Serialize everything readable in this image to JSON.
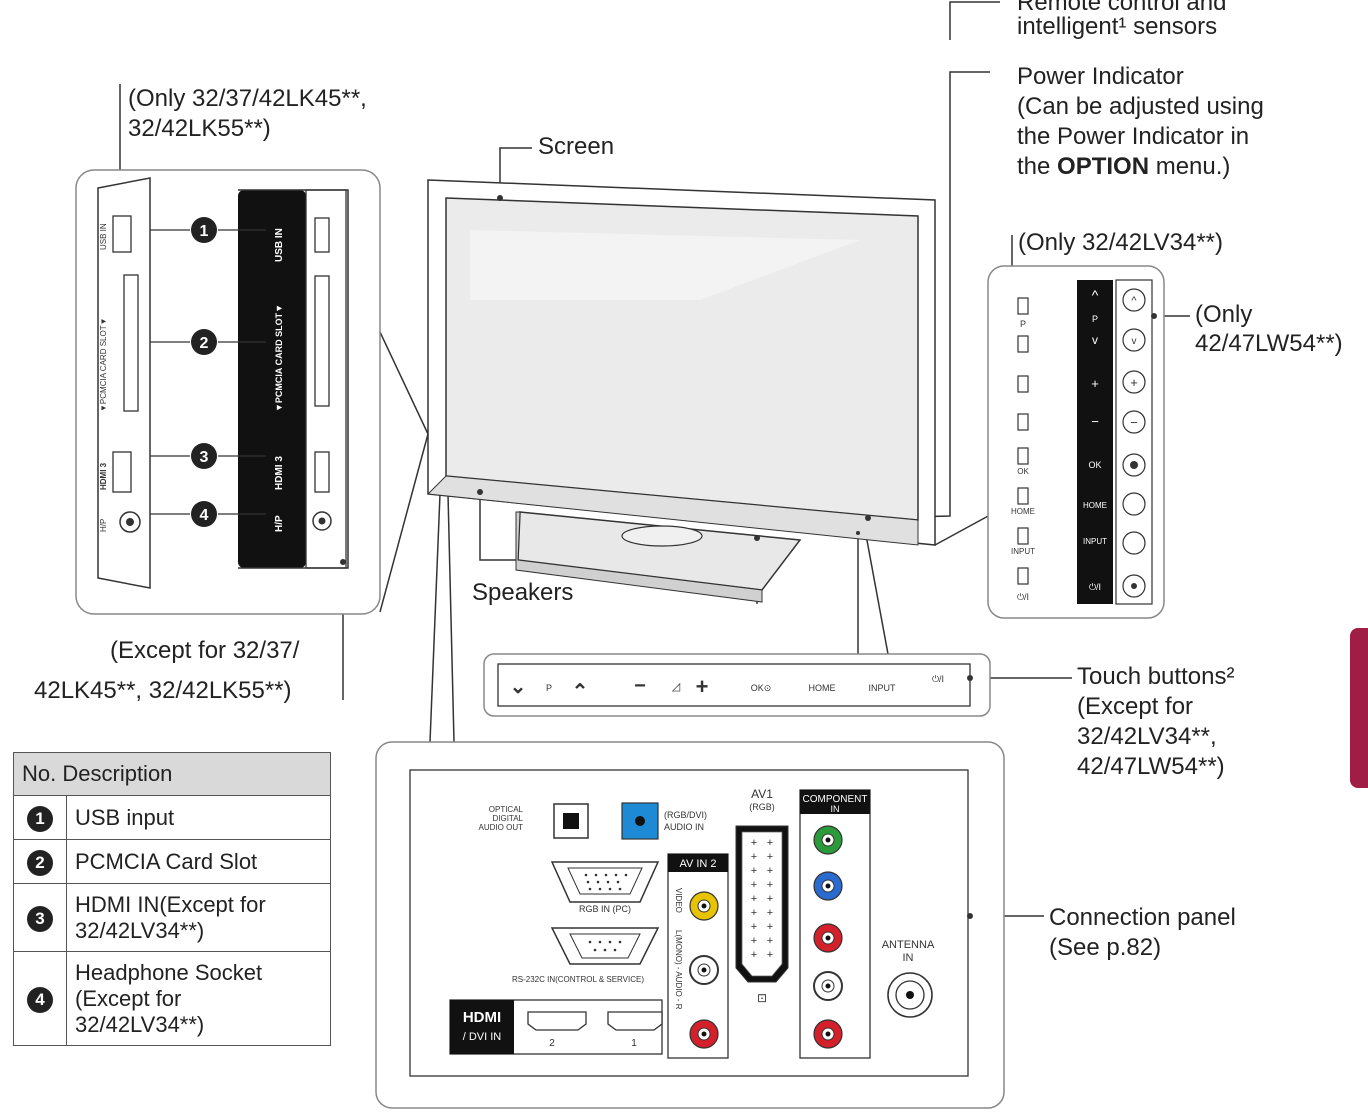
{
  "callouts": {
    "remote_sensor": [
      "Remote control and",
      "intelligent¹ sensors"
    ],
    "power_indicator": [
      "Power Indicator",
      "(Can be adjusted using",
      "the Power Indicator in",
      "the OPTION menu.)"
    ],
    "only_lk": [
      "(Only 32/37/42LK45**,",
      "32/42LK55**)"
    ],
    "screen": "Screen",
    "speakers": "Speakers",
    "only_lv34": "(Only 32/42LV34**)",
    "only_lw54": [
      "(Only",
      "42/47LW54**)"
    ],
    "except_lk": [
      "(Except for 32/37/",
      "42LK45**, 32/42LK55**)"
    ],
    "touch_buttons": [
      "Touch buttons²",
      "(Except for",
      "32/42LV34**,",
      "42/47LW54**)"
    ],
    "connection_panel": [
      "Connection panel",
      "(See p.82)"
    ]
  },
  "side_panel_labels": {
    "usb_in": "USB IN",
    "pcmcia": "▼PCMCIA CARD SLOT▼",
    "hdmi3": "HDMI 3",
    "hp": "H/P",
    "numbers": [
      "1",
      "2",
      "3",
      "4"
    ]
  },
  "touch_bar": [
    "P",
    "OK⊙",
    "HOME",
    "INPUT",
    "⏻/I"
  ],
  "button_panel": [
    "P",
    "OK",
    "HOME",
    "INPUT",
    "⏻/I"
  ],
  "connection_labels": {
    "optical": [
      "OPTICAL",
      "DIGITAL",
      "AUDIO OUT"
    ],
    "rgb_dvi_audio": [
      "(RGB/DVI)",
      "AUDIO IN"
    ],
    "rgb_in": "RGB IN (PC)",
    "rs232": "RS-232C IN(CONTROL & SERVICE)",
    "av_in2": "AV IN 2",
    "video": "VIDEO",
    "audio": "L(MONO) - AUDIO - R",
    "av1": [
      "AV1",
      "(RGB)"
    ],
    "component": [
      "COMPONENT",
      "IN"
    ],
    "antenna": [
      "ANTENNA",
      "IN"
    ],
    "hdmi": "HDMI",
    "dvi_in": "/ DVI IN",
    "hdmi_ports": [
      "2",
      "1"
    ]
  },
  "table": {
    "headers": [
      "No.",
      "Description"
    ],
    "rows": [
      {
        "num": "1",
        "desc": [
          "USB input"
        ]
      },
      {
        "num": "2",
        "desc": [
          "PCMCIA Card Slot"
        ]
      },
      {
        "num": "3",
        "desc": [
          "HDMI IN(Except for",
          "32/42LV34**)"
        ]
      },
      {
        "num": "4",
        "desc": [
          "Headphone Socket",
          "(Except for",
          "32/42LV34**)"
        ]
      }
    ]
  },
  "colors": {
    "tab": "#a01d45",
    "av_yellow": "#e8c400",
    "red": "#d4202a",
    "green": "#2a9a3a",
    "blue": "#2a6bd0",
    "rgb_audio_blue": "#1e8ad6"
  }
}
